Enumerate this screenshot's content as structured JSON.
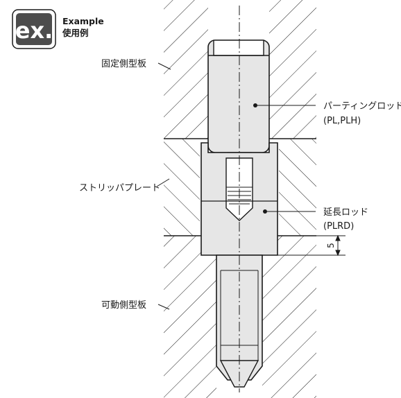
{
  "logo": {
    "mark": "ex.",
    "title_en": "Example",
    "title_ja": "使用例"
  },
  "labels": {
    "fixed_plate": "固定側型板",
    "stripper_plate": "ストリッパプレート",
    "movable_plate": "可動側型板",
    "parting_rod": "パーティングロッド",
    "parting_rod_code": "(PL,PLH)",
    "extension_rod": "延長ロッド",
    "extension_rod_code": "(PLRD)",
    "dimension": "5"
  },
  "colors": {
    "part_fill": "#e6e6e6",
    "line": "#1a1a1a",
    "logo_dark": "#4d4d4d"
  }
}
